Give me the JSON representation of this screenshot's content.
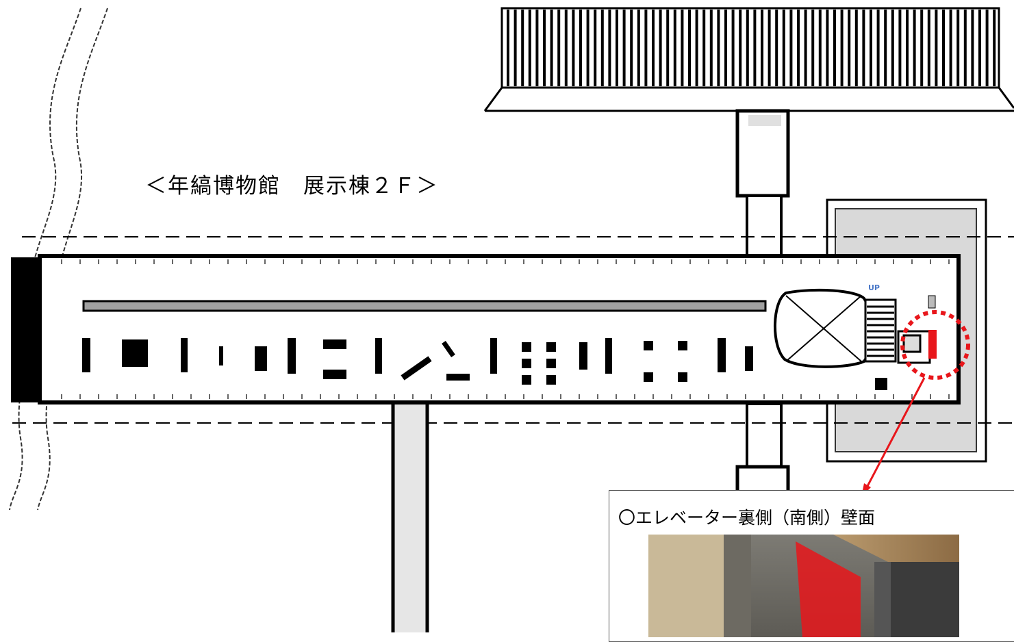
{
  "plan": {
    "title": "＜年縞博物館　展示棟２Ｆ＞",
    "stair_label": "UP"
  },
  "callout": {
    "title": "〇エレベーター裏側（南側）壁面"
  },
  "colors": {
    "highlight": "#e8161b",
    "wall": "#000000",
    "fill_gray": "#d9d9d9"
  }
}
